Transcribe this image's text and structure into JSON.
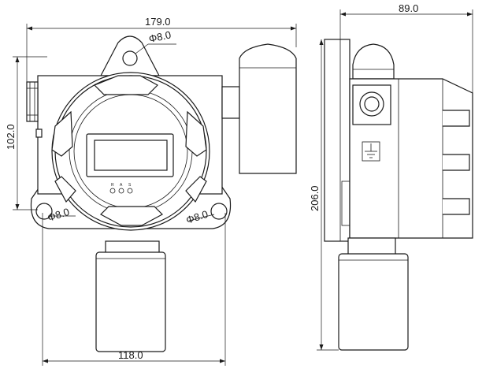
{
  "dimensions": {
    "front_width": "179.0",
    "front_height": "102.0",
    "bottom_width": "118.0",
    "side_width": "89.0",
    "side_height": "206.0",
    "hole_top": "Φ8.0",
    "hole_left": "Φ8.0",
    "hole_right": "Φ8.0"
  },
  "indicator_labels": [
    "R",
    "A",
    "S"
  ]
}
